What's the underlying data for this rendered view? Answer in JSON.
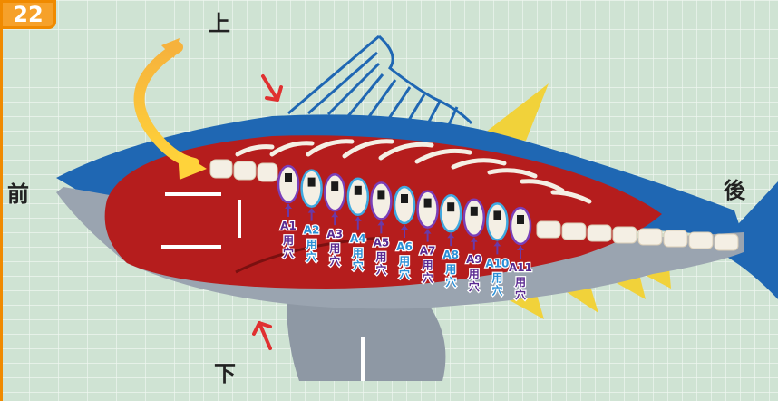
{
  "step": {
    "number": "22"
  },
  "directions": {
    "up": "上",
    "down": "下",
    "front": "前",
    "back": "後"
  },
  "hole_labels": [
    "A1",
    "A2",
    "A3",
    "A4",
    "A5",
    "A6",
    "A7",
    "A8",
    "A9",
    "A10",
    "A11"
  ],
  "hole_suffix": "用穴",
  "colors": {
    "background": "#cfe3d3",
    "grid": "#e9f2ea",
    "accent_orange": "#f08a00",
    "fish_blue": "#1f67b3",
    "fish_red": "#b51d1d",
    "fish_gray": "#9aa4b0",
    "fin_yellow": "#f1d23a",
    "arrow_red": "#e03030",
    "label_purple": "#5b2a91",
    "label_blue": "#2b8fd6"
  },
  "icons": [
    "curved-arrow-icon",
    "down-arrow-icon",
    "up-arrow-icon"
  ]
}
